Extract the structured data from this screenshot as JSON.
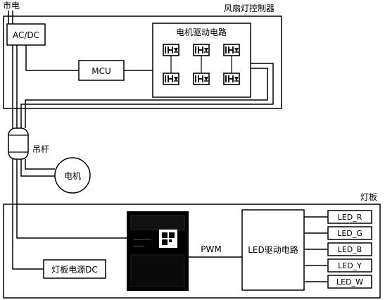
{
  "labels": {
    "mains": "市电",
    "controller": "风扇灯控制器",
    "acdc": "AC/DC",
    "mcu": "MCU",
    "motor_drive": "电机驱动电路",
    "rod": "吊杆",
    "motor": "电机",
    "lamp_board": "灯板",
    "board_dc": "灯板电源DC",
    "pwm": "PWM",
    "led_drive": "LED驱动电路"
  },
  "led_channels": [
    "LED_R",
    "LED_G",
    "LED_B",
    "LED_Y",
    "LED_W"
  ]
}
